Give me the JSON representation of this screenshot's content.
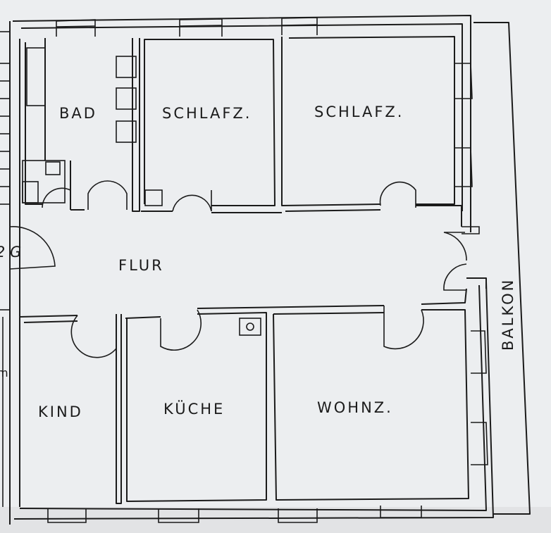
{
  "rooms": {
    "bad": "BAD",
    "schlafz_1": "SCHLAFZ.",
    "schlafz_2": "SCHLAFZ.",
    "flur": "FLUR",
    "kind": "KIND",
    "kueche": "KÜCHE",
    "wohnz": "WOHNZ.",
    "balkon": "BALKON"
  },
  "edge_fragments": {
    "left_mark": "2 G",
    "left_lower": "m"
  }
}
